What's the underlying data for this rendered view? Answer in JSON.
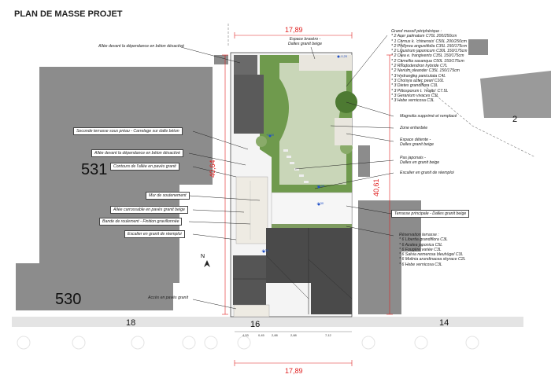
{
  "title": "PLAN DE MASSE PROJET",
  "dimensions": {
    "top_width": "17,89",
    "bottom_width": "17,89",
    "left_length": "40,64",
    "right_length": "40,61"
  },
  "parcels": {
    "p531": "531",
    "p530": "530",
    "p2": "2",
    "s18": "18",
    "s16": "16",
    "s14": "14"
  },
  "north": "N",
  "levels": {
    "lv1": "-0,20",
    "lv2": "+0,00",
    "lv3": "+0,00",
    "lv4": "-0,30",
    "lv5": "-0,30"
  },
  "bottom_dims": [
    "4,53",
    "0,45",
    "2,88",
    "2,88",
    "7,12"
  ],
  "labels_left": {
    "l1": "Allée devant la dépendance en béton désactivé",
    "l2": "Seconde terrasse sous préau - Carrelage sur dalle béton",
    "l3": "Allée devant la dépendance en béton désactivé",
    "l4": "Contours de l'allée en pavés granit",
    "l5": "Mur de soutenement",
    "l6": "Allée carrossable en pavés granit beige",
    "l7": "Bande de roulement - Finition gravillonnée",
    "l8": "Escalier en granit de réemploi",
    "l9": "Accès en pavés granit"
  },
  "labels_right": {
    "brasero_1": "Espace braséro -",
    "brasero_2": "Dalles granit beige",
    "massif_title": "Grand massif périphérique :",
    "massif_items": [
      "* 2 Acer palmatum C70L 200/250cm",
      "* 1 Cornus k. 'chinensis' C50L 200/250cm",
      "* 2 Phillyrea angustifolia C35L 150/175cm",
      "* 2 Ligustrum japonicum C30L 150/175cm",
      "* 2 Olea e. frangivento C35L 150/175cm",
      "* 2 Camellia sasanqua C50L 150/175cm",
      "* 2 Rhododendron hybride C7L",
      "* 2 Nerium oleander C35L 150/175cm",
      "* 3 Hydrangea paniculata C4L",
      "* 3 Choisya aztec pearl C10L",
      "* 3 Dietes grandiflora C3L",
      "* 3 Pittosporum t. 'mojito' C7.5L",
      "* 3 Geranium vivaces C3L",
      "* 3 Hebe vernicosa C3L"
    ],
    "magnolia": "Magnolia supprimé et remplacé",
    "zone": "Zone enherbée",
    "detente_1": "Espace détente -",
    "detente_2": "Dalles granit beige",
    "japonais_1": "Pas japonais -",
    "japonais_2": "Dalles en granit beige",
    "escalier": "Escalier en granit de réemploi",
    "terrasse": "Terrasse principale - Dalles granit beige",
    "reservation_title": "Réservation terrasse :",
    "reservation_items": [
      "* 6  Libertia grandiflora C3L",
      "* 6 Azalea japonica C5L",
      "* 6 Fougère variée C3L",
      "* 6 Salvia nemerosa bleuhügel C3L",
      "* 6 Molinia arundinacea skyrace C2L",
      "* 6 Hebe vernicosa C3L"
    ]
  }
}
